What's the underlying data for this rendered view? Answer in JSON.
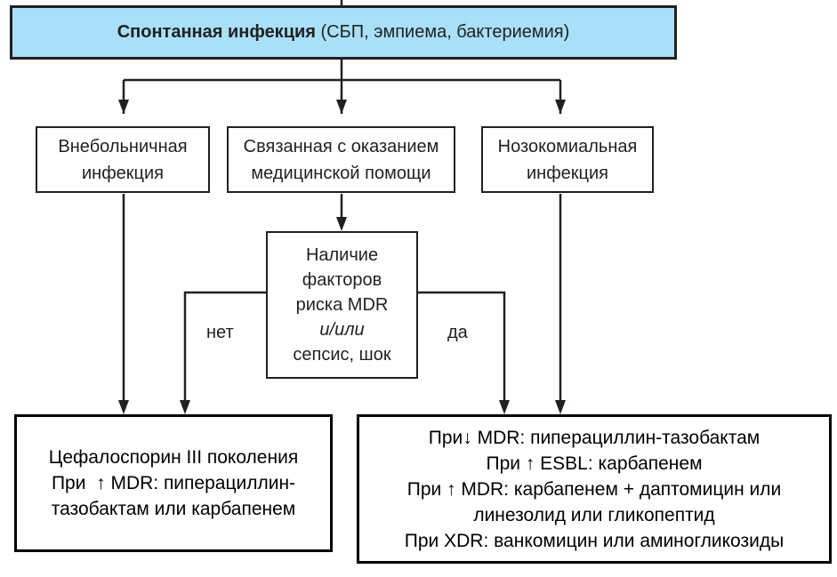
{
  "diagram": {
    "root": {
      "title_bold": "Спонтанная инфекция",
      "title_rest": " (СБП, эмпиема, бактериемия)",
      "fill_color": "#a8e0f8"
    },
    "categories": [
      {
        "line1": "Внебольничная",
        "line2": "инфекция"
      },
      {
        "line1": "Связанная с оказанием",
        "line2": "медицинской помощи"
      },
      {
        "line1": "Нозокомиальная",
        "line2": "инфекция"
      }
    ],
    "decision": {
      "line1": "Наличие",
      "line2": "факторов",
      "line3": "риска MDR",
      "line4_italic": "и/или",
      "line5": "сепсис, шок"
    },
    "branch_labels": {
      "no": "нет",
      "yes": "да"
    },
    "result_left": {
      "lines": [
        "Цефалоспорин III поколения",
        "При  ↑ MDR: пиперациллин-",
        "тазобактам или карбапенем"
      ]
    },
    "result_right": {
      "lines": [
        "При↓ MDR: пиперациллин-тазобактам",
        "При ↑ ESBL: карбапенем",
        "При ↑ MDR: карбапенем + даптомицин или",
        "линезолид или гликопептид",
        "При XDR: ванкомицин или аминогликозиды"
      ]
    }
  }
}
